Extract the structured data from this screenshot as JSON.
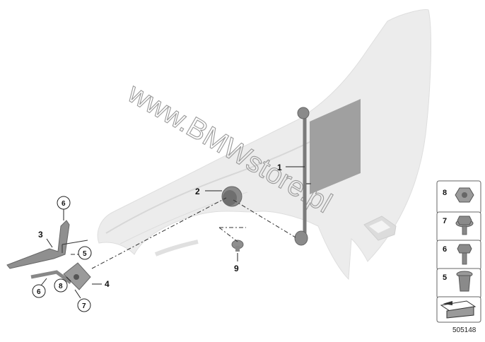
{
  "watermark": "www.BMWstore.pl",
  "diagram_code": "505148",
  "labels": {
    "p1": "1",
    "p2": "2",
    "p3": "3",
    "p4": "4",
    "p5": "5",
    "p6a": "6",
    "p6b": "6",
    "p7": "7",
    "p8": "8",
    "p9": "9"
  },
  "legend": [
    {
      "num": "8",
      "icon": "flange-nut-icon"
    },
    {
      "num": "7",
      "icon": "hex-bolt-washer-icon"
    },
    {
      "num": "6",
      "icon": "hex-bolt-icon"
    },
    {
      "num": "5",
      "icon": "sleeve-nut-icon"
    }
  ],
  "colors": {
    "fender": "#ebebeb",
    "fender_edge": "#dcdcdc",
    "plate": "#9a9a9a",
    "parts": "#8f8f8f"
  }
}
